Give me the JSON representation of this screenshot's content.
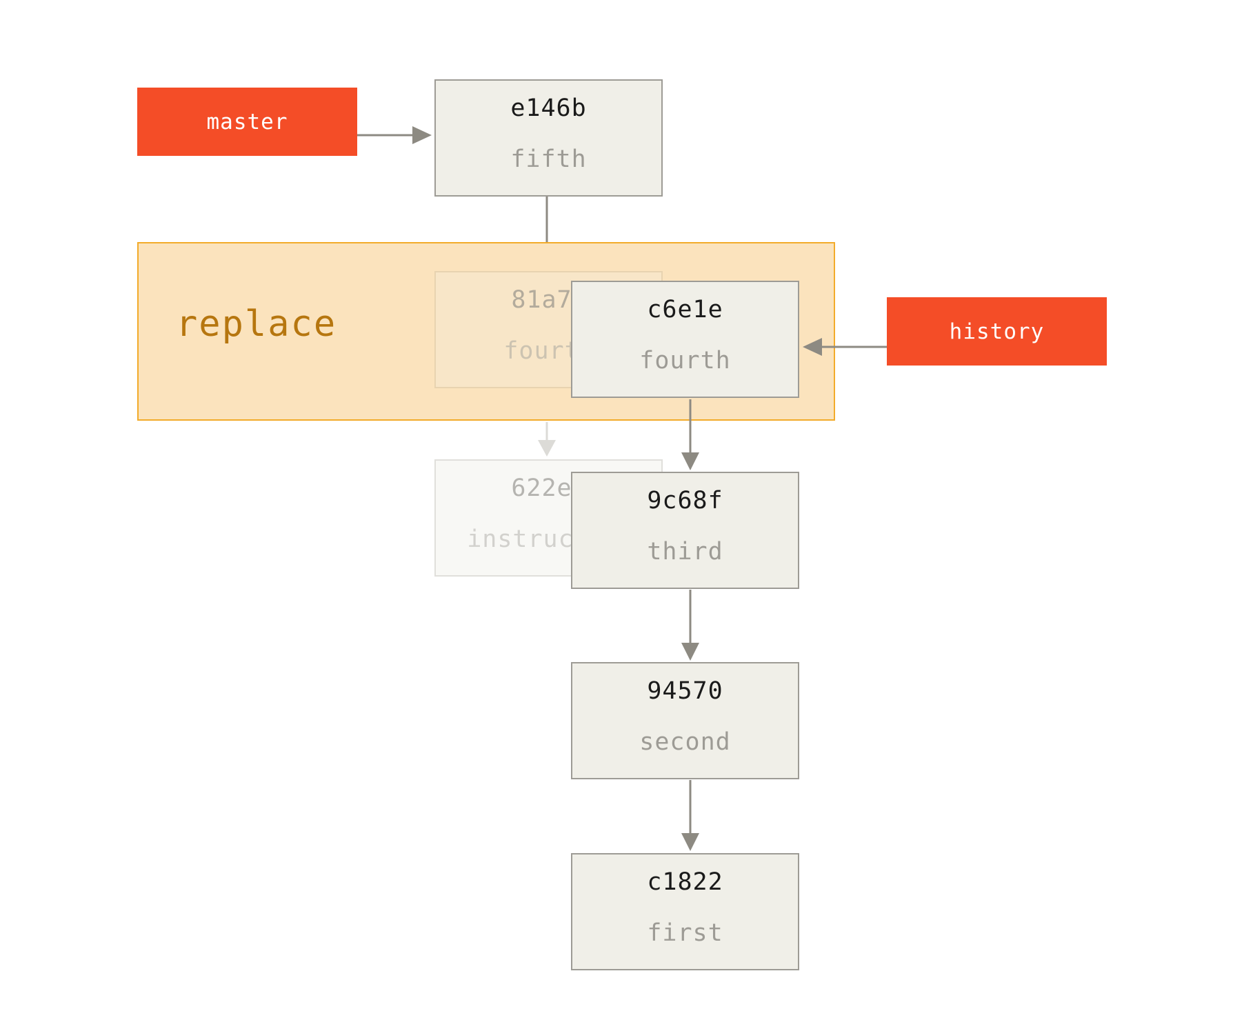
{
  "branches": {
    "master": "master",
    "history": "history"
  },
  "replace": {
    "label": "replace"
  },
  "commits": {
    "fifth": {
      "hash": "e146b",
      "message": "fifth"
    },
    "old_fourth": {
      "hash": "81a7",
      "message": "fourt"
    },
    "old_base": {
      "hash": "622e",
      "message": "instruct"
    },
    "fourth": {
      "hash": "c6e1e",
      "message": "fourth"
    },
    "third": {
      "hash": "9c68f",
      "message": "third"
    },
    "second": {
      "hash": "94570",
      "message": "second"
    },
    "first": {
      "hash": "c1822",
      "message": "first"
    }
  },
  "colors": {
    "branch": "#f44d27",
    "commit_fill": "#f0efe8",
    "commit_border": "#9d9b95",
    "replace_fill": "#fbe3bd",
    "replace_border": "#f2ab2a",
    "replace_text": "#b6760f",
    "arrow": "#8d8a82"
  }
}
